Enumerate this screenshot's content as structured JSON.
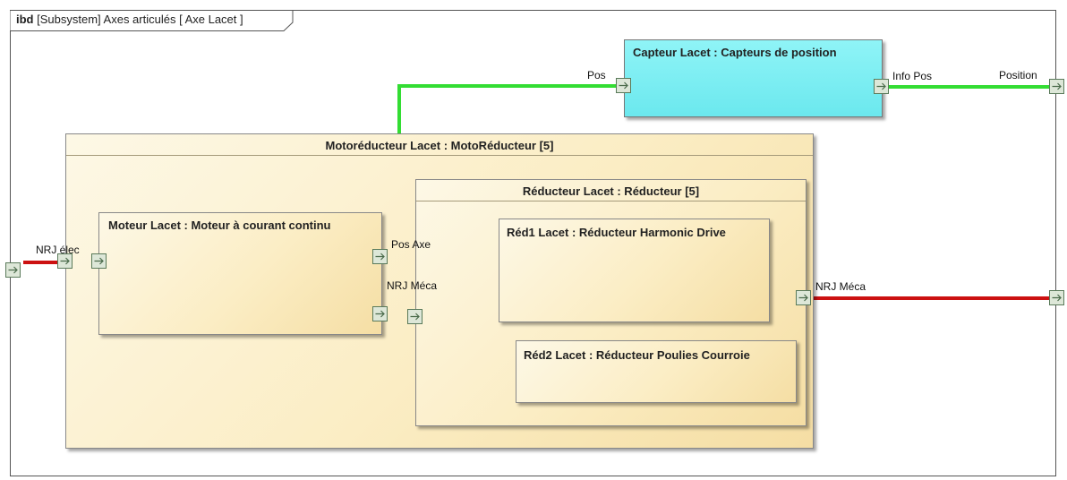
{
  "frame": {
    "keyword": "ibd",
    "title": "[Subsystem] Axes articulés [ Axe Lacet ]"
  },
  "blocks": {
    "capteur": "Capteur Lacet : Capteurs de position",
    "motoreducteur": "Motoréducteur Lacet : MotoRéducteur [5]",
    "moteur": "Moteur Lacet : Moteur à courant continu",
    "reducteur": "Réducteur Lacet : Réducteur [5]",
    "red1": "Réd1 Lacet : Réducteur Harmonic Drive",
    "red2": "Réd2 Lacet : Réducteur Poulies Courroie"
  },
  "ports": {
    "pos": "Pos",
    "info_pos": "Info Pos",
    "position": "Position",
    "nrj_elec": "NRJ élec",
    "pos_axe": "Pos Axe",
    "nrj_meca_inner": "NRJ Méca",
    "nrj_meca_outer": "NRJ Méca"
  },
  "icons": {
    "port": "arrow-right-icon"
  },
  "colors": {
    "info_flow": "#33dd33",
    "energy_flow": "#cc1111",
    "capteur_fill": "#7ff0f4"
  }
}
